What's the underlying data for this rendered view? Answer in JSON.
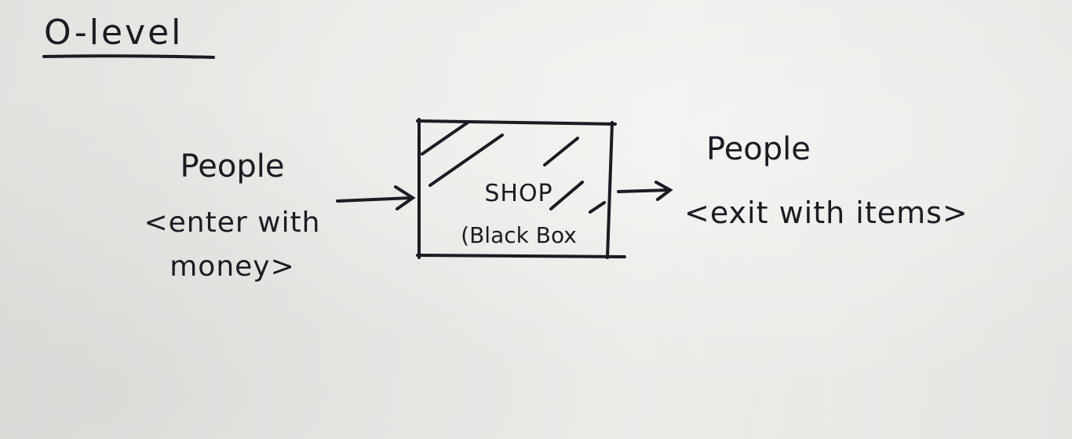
{
  "diagram": {
    "title": "O-level",
    "input": {
      "label": "People",
      "note_line1": "<enter with",
      "note_line2": "money>"
    },
    "process": {
      "label": "SHOP",
      "note": "(Black Box"
    },
    "output": {
      "label": "People",
      "note": "<exit with items>"
    }
  },
  "colors": {
    "ink": "#1b1b24",
    "paper": "#ebebe8"
  }
}
